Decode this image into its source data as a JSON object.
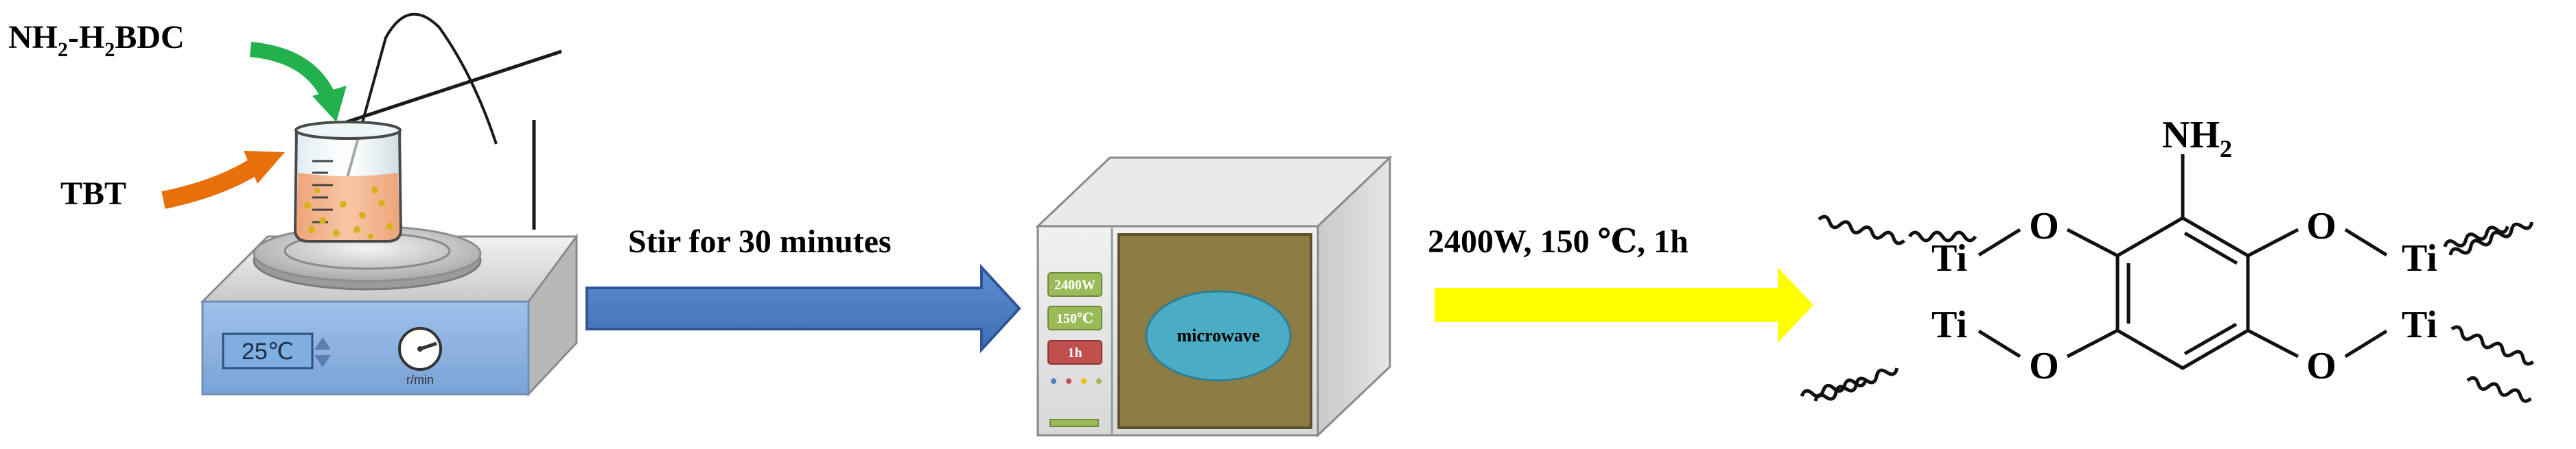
{
  "reagents": {
    "linker_main": "NH",
    "linker_sub1": "2",
    "linker_mid": "-H",
    "linker_sub2": "2",
    "linker_end": "BDC",
    "tbt": "TBT"
  },
  "hotplate": {
    "temperature": "25℃",
    "speed_unit": "r/min"
  },
  "step1": {
    "label": "Stir for 30 minutes"
  },
  "microwave": {
    "power": "2400W",
    "temperature": "150℃",
    "time": "1h",
    "window_label": "microwave"
  },
  "step2": {
    "label": "2400W,  150 ℃,  1h"
  },
  "product": {
    "amine_main": "NH",
    "amine_sub": "2",
    "o_upper_left": "O",
    "o_upper_right": "O",
    "o_lower_left": "O",
    "o_lower_right": "O",
    "ti_upper_left": "Ti",
    "ti_upper_right": "Ti",
    "ti_lower_left": "Ti",
    "ti_lower_right": "Ti"
  },
  "colors": {
    "green_arrow": "#22b14c",
    "orange_arrow": "#e8700a",
    "blue_arrow": "#4a7bc0",
    "yellow_arrow": "#ffff00",
    "solution": "#f3b48a",
    "microwave_window": "#8d7c44",
    "microwave_oval": "#4bacc6",
    "hotplate_panel": "#8eb4e3"
  }
}
